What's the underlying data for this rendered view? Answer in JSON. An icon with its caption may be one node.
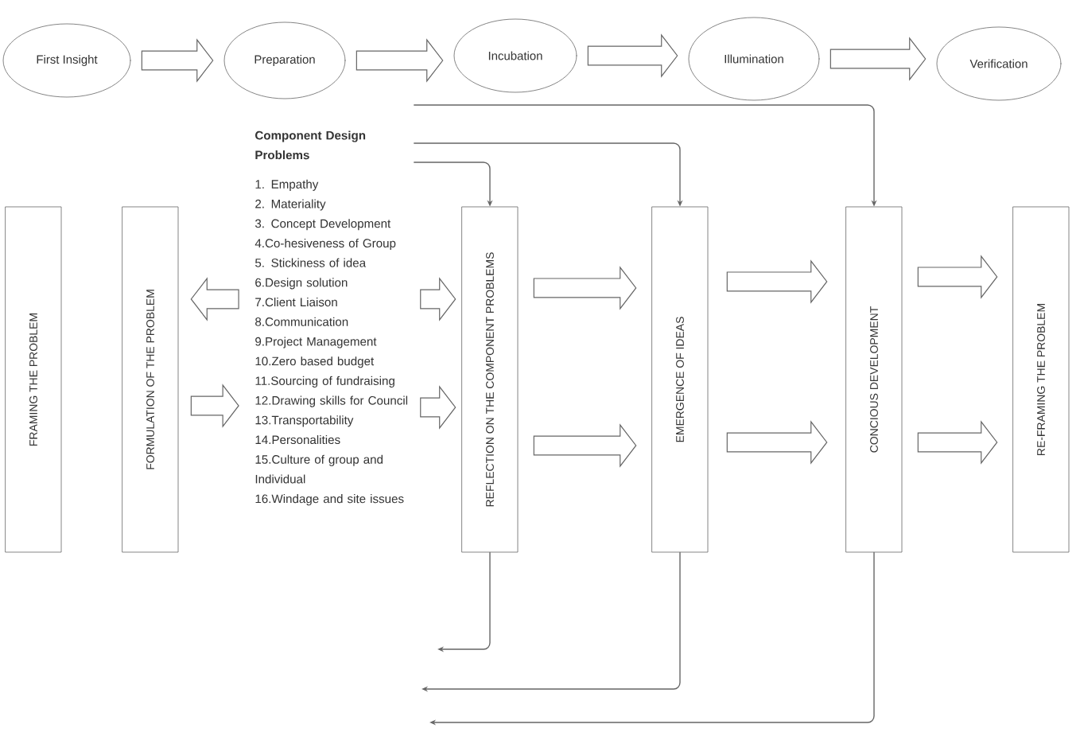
{
  "diagram": {
    "nodes": [
      {
        "text": [
          "First Insight"
        ]
      },
      {
        "text": [
          "Preparation"
        ]
      },
      {
        "text": [
          "Incubation"
        ]
      },
      {
        "text": [
          "Illumination"
        ]
      },
      {
        "text": [
          "Verification"
        ]
      },
      {
        "text": [
          "Component Design Problems",
          "1. Empathy",
          "2. Materiality",
          "3. Concept Development",
          "4.Co-hesiveness of Group",
          "5. Stickiness of idea",
          "6.Design solution",
          "7.Client Liaison",
          "8.Communication",
          "9.Project Management",
          "10.Zero based budget",
          "11.Sourcing of fundraising",
          "12.Drawing skills for Council",
          "13.Transportability",
          "14.Personalities",
          "15.Culture of group and Individual",
          "16.Windage and site issues"
        ]
      },
      {
        "text": [
          "FRAMING THE PROBLEM"
        ]
      },
      {
        "text": [
          "FORMULATION OF THE PROBLEM"
        ]
      },
      {
        "text": [
          "REFLECTION ON THE COMPONENT PROBLEMS"
        ]
      },
      {
        "text": [
          "EMERGENCE OF IDEAS"
        ]
      },
      {
        "text": [
          "CONCIOUS DEVELOPMENT"
        ]
      },
      {
        "text": [
          "RE-FRAMING THE PROBLEM"
        ]
      }
    ],
    "edges": [
      {
        "from": 0,
        "to": 1,
        "arrow": "to",
        "style": "thick"
      },
      {
        "from": 1,
        "to": 2,
        "arrow": "to",
        "style": "thick"
      },
      {
        "from": 2,
        "to": 3,
        "arrow": "to",
        "style": "thick"
      },
      {
        "from": 3,
        "to": 4,
        "arrow": "to",
        "style": "thick"
      },
      {
        "from": 5,
        "to": 7,
        "arrow": "to",
        "style": "thick"
      },
      {
        "from": 7,
        "to": 5,
        "arrow": "to",
        "style": "thick"
      },
      {
        "from": 5,
        "to": 8,
        "arrow": "to",
        "style": "thick"
      },
      {
        "from": 5,
        "to": 8,
        "arrow": "to",
        "style": "thick"
      },
      {
        "from": 8,
        "to": 9,
        "arrow": "to",
        "style": "thick"
      },
      {
        "from": 8,
        "to": 9,
        "arrow": "to",
        "style": "thick"
      },
      {
        "from": 9,
        "to": 10,
        "arrow": "to",
        "style": "thick"
      },
      {
        "from": 9,
        "to": 10,
        "arrow": "to",
        "style": "thick"
      },
      {
        "from": 10,
        "to": 11,
        "arrow": "to",
        "style": "thick"
      },
      {
        "from": 10,
        "to": 11,
        "arrow": "to",
        "style": "thick"
      },
      {
        "from": 5,
        "to": 10,
        "arrow": "to"
      },
      {
        "from": 5,
        "to": 9,
        "arrow": "to"
      },
      {
        "from": 5,
        "to": 8,
        "arrow": "to"
      },
      {
        "from": 8,
        "to": null,
        "arrow": "to"
      },
      {
        "from": 9,
        "to": null,
        "arrow": "to"
      },
      {
        "from": 10,
        "to": null,
        "arrow": "to"
      }
    ]
  }
}
